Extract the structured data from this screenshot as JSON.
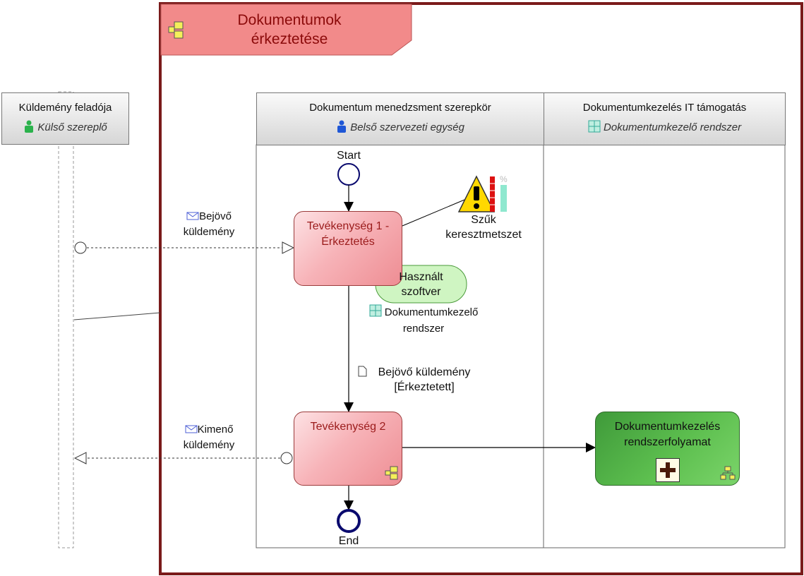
{
  "pool": {
    "title": "Dokumentumok érkeztetése"
  },
  "external_lane": {
    "title": "Küldemény feladója",
    "subtitle": "Külső szereplő"
  },
  "lanes": [
    {
      "title": "Dokumentum menedzsment szerepkör",
      "subtitle": "Belső szervezeti egység"
    },
    {
      "title": "Dokumentumkezelés IT támogatás",
      "subtitle": "Dokumentumkezelő rendszer"
    }
  ],
  "events": {
    "start": "Start",
    "end": "End"
  },
  "tasks": {
    "task1": "Tevékenység 1 - Érkeztetés",
    "task2": "Tevékenység 2",
    "subprocess": "Dokumentumkezelés rendszerfolyamat"
  },
  "software_bubble": "Használt szoftver",
  "software_label": "Dokumentumkezelő rendszer",
  "risk_label": "Szűk keresztmetszet",
  "messages": {
    "incoming": "Bejövő küldemény",
    "outgoing": "Kimenő küldemény"
  },
  "data_object": {
    "name": "Bejövő küldemény",
    "state": "[Érkeztetett]"
  },
  "colors": {
    "pool_border": "#7a1a1a",
    "task_text": "#9b1b1b",
    "event_stroke": "#0a0a6e",
    "subprocess_fill": "#4caf50"
  }
}
